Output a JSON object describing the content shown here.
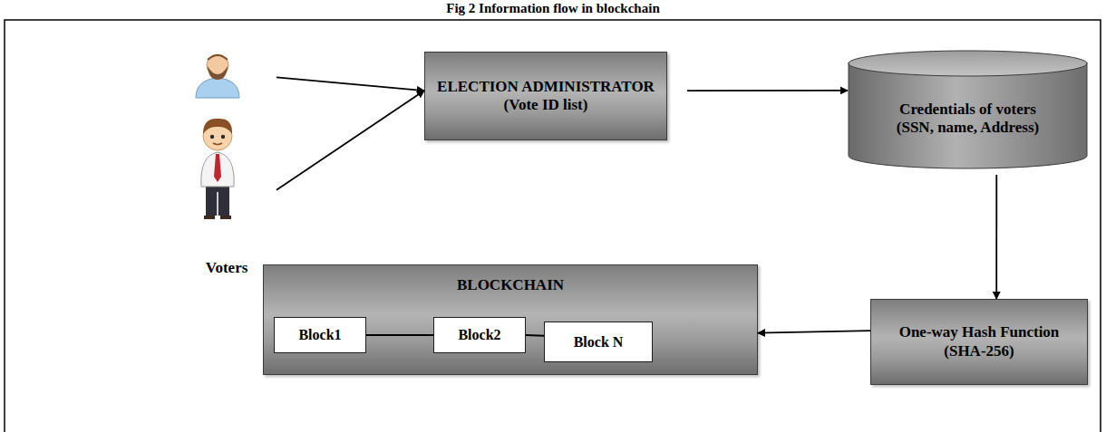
{
  "diagram": {
    "title": "Fig 2 Information flow in blockchain",
    "nodes": [
      {
        "text": [
          "Voters"
        ]
      },
      {
        "text": [
          "ELECTION ADMINISTRATOR",
          "(Vote ID list)"
        ]
      },
      {
        "text": [
          "Credentials of voters",
          "(SSN, name, Address)"
        ]
      },
      {
        "text": [
          "One-way Hash Function (SHA-256)"
        ]
      },
      {
        "text": [
          "BLOCKCHAIN"
        ]
      },
      {
        "text": [
          "Block1"
        ],
        "in": 4
      },
      {
        "text": [
          "Block2"
        ],
        "in": 4
      },
      {
        "text": [
          "Block N"
        ],
        "in": 4
      }
    ],
    "edges": [
      {
        "from": 0,
        "to": 1,
        "arrow": "to"
      },
      {
        "from": 0,
        "to": 1,
        "arrow": "to"
      },
      {
        "from": 1,
        "to": 2,
        "arrow": "to"
      },
      {
        "from": 2,
        "to": 3,
        "arrow": "to"
      },
      {
        "from": 3,
        "to": 4,
        "arrow": "to"
      },
      {
        "from": 5,
        "to": 6,
        "arrow": "none"
      },
      {
        "from": 6,
        "to": 7,
        "arrow": "none"
      }
    ]
  }
}
